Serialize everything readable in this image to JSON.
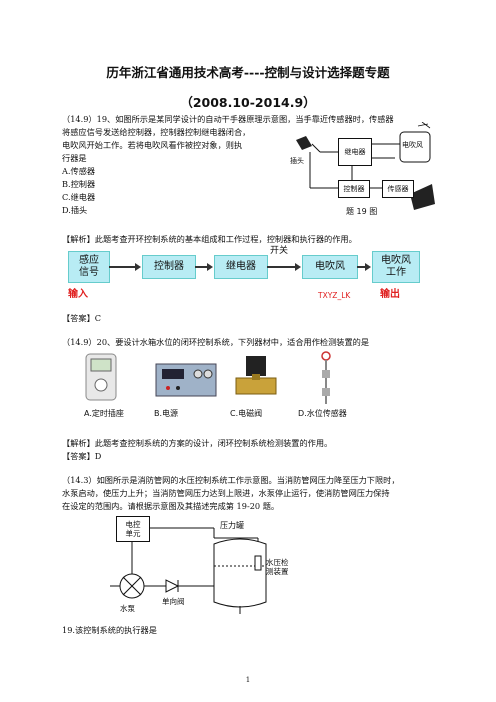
{
  "header": {
    "title": "历年浙江省通用技术高考----控制与设计选择题专题",
    "subtitle": "（2008.10-2014.9）"
  },
  "q19": {
    "lines": [
      "（14.9）19、如图所示是某同学设计的自动干手器原理示意图，当手靠近传感器时，传感器",
      "将感应信号发送给控制器，控制器控制继电器闭合，",
      "电吹风开始工作。若将电吹风看作被控对象，则执",
      "行器是"
    ],
    "options": [
      "A.传感器",
      "B.控制器",
      "C.继电器",
      "D.插头"
    ],
    "figure": {
      "plug": "插头",
      "relay": "继电器",
      "dryer": "电吹风",
      "controller": "控制器",
      "sensor": "传感器",
      "caption": "题 19 图"
    },
    "analysis": "【解析】此题考查开环控制系统的基本组成和工作过程，控制器和执行器的作用。",
    "flow": {
      "input_signal": "感应\n信号",
      "controller": "控制器",
      "relay": "继电器",
      "switch": "开关",
      "dryer": "电吹风",
      "dryer_work": "电吹风\n工作",
      "input_label": "输入",
      "output_label": "输出",
      "watermark": "TXYZ_LK"
    },
    "answer": "【答案】C"
  },
  "q20": {
    "stem": "（14.9）20、要设计水箱水位的闭环控制系统，下列器材中，适合用作检测装置的是",
    "options": [
      "A.定时插座",
      "B.电源",
      "C.电磁阀",
      "D.水位传感器"
    ],
    "analysis": "【解析】此题考查控制系统的方案的设计，闭环控制系统检测装置的作用。",
    "answer": "【答案】D"
  },
  "q14_3": {
    "lines": [
      "（14.3）如图所示是消防管网的水压控制系统工作示意图。当消防管网压力降至压力下限时，",
      "水泵启动，使压力上升；当消防管网压力达到上限进，水泵停止运行，使消防管网压力保持",
      "在设定的范围内。请根据示意图及其描述完成第 19-20 题。"
    ],
    "figure": {
      "control_unit": "电控\n单元",
      "tank": "压力罐",
      "detector": "水压检\n测装置",
      "check_valve": "单向阀",
      "pump": "水泵"
    },
    "q19": "19.该控制系统的执行器是"
  },
  "footer": {
    "page": "1"
  }
}
